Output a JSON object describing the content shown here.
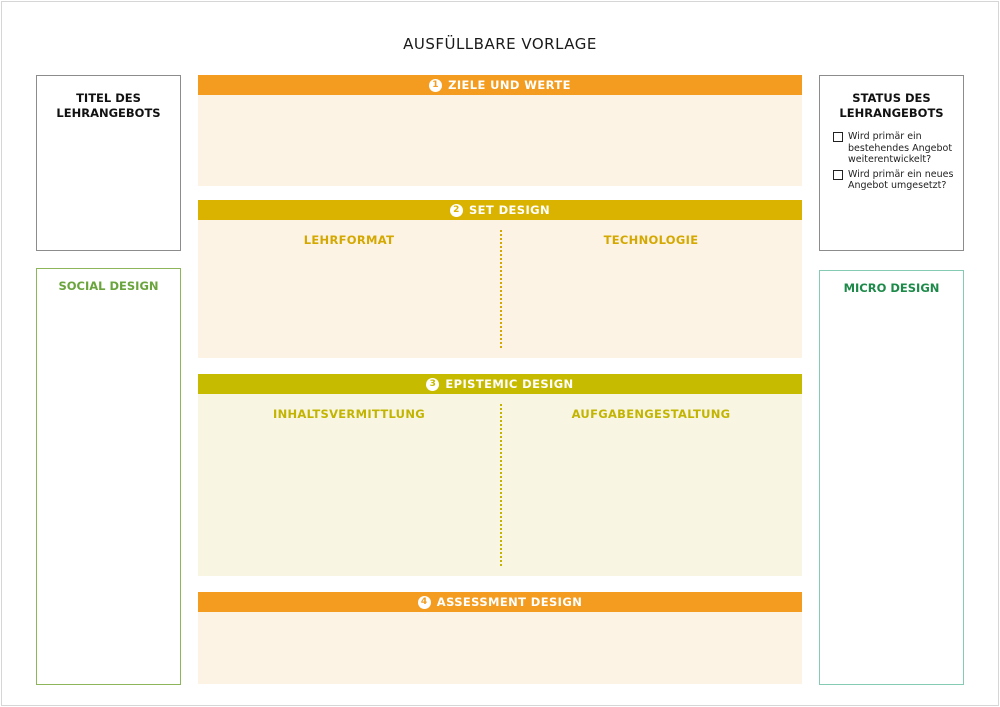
{
  "page": {
    "title": "AUSFÜLLBARE VORLAGE"
  },
  "left_column": {
    "title_box": {
      "heading": "TITEL DES LEHRANGEBOTS"
    },
    "social_box": {
      "heading": "SOCIAL DESIGN",
      "color": "#6aa43c"
    }
  },
  "right_column": {
    "status_box": {
      "heading": "STATUS DES LEHRANGEBOTS",
      "options": [
        {
          "label": "Wird primär ein bestehendes Angebot weiterentwickelt?",
          "checked": false
        },
        {
          "label": "Wird primär ein neues Angebot umgesetzt?",
          "checked": false
        }
      ]
    },
    "micro_box": {
      "heading": "MICRO DESIGN",
      "color": "#1e8a4a"
    }
  },
  "sections": [
    {
      "number": "1",
      "title": "ZIELE UND WERTE",
      "header_color": "#f39c1f",
      "body_color": "#fdf3e4"
    },
    {
      "number": "2",
      "title": "SET DESIGN",
      "header_color": "#d9b300",
      "body_color": "#fdf3e4",
      "columns": [
        "LEHRFORMAT",
        "TECHNOLOGIE"
      ]
    },
    {
      "number": "3",
      "title": "EPISTEMIC DESIGN",
      "header_color": "#c7bb00",
      "body_color": "#f8f6e3",
      "columns": [
        "INHALTSVERMITTLUNG",
        "AUFGABENGESTALTUNG"
      ]
    },
    {
      "number": "4",
      "title": "ASSESSMENT DESIGN",
      "header_color": "#f39c1f",
      "body_color": "#fdf3e4"
    }
  ]
}
